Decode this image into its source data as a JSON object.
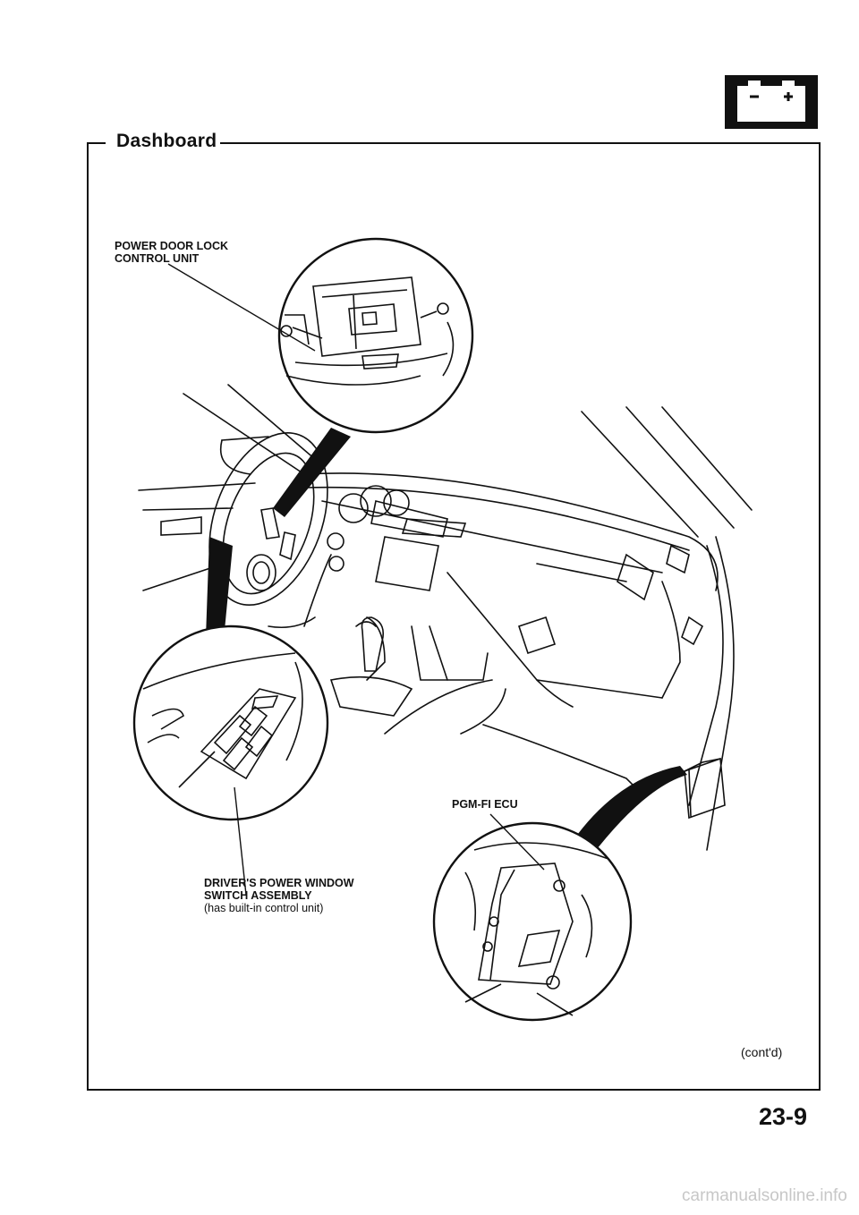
{
  "section_title": "Dashboard",
  "labels": {
    "power_door_lock_line1": "POWER DOOR LOCK",
    "power_door_lock_line2": "CONTROL UNIT",
    "pgm_fi_ecu": "PGM-FI ECU",
    "drivers_window_line1": "DRIVER'S POWER WINDOW",
    "drivers_window_line2": "SWITCH ASSEMBLY",
    "drivers_window_note": "(has built-in control unit)"
  },
  "continued": "(cont'd)",
  "page_number": "23-9",
  "watermark": "carmanualsonline.info",
  "icon": "battery-icon",
  "colors": {
    "ink": "#111111",
    "paper": "#ffffff",
    "watermark": "#c7c7c7"
  }
}
